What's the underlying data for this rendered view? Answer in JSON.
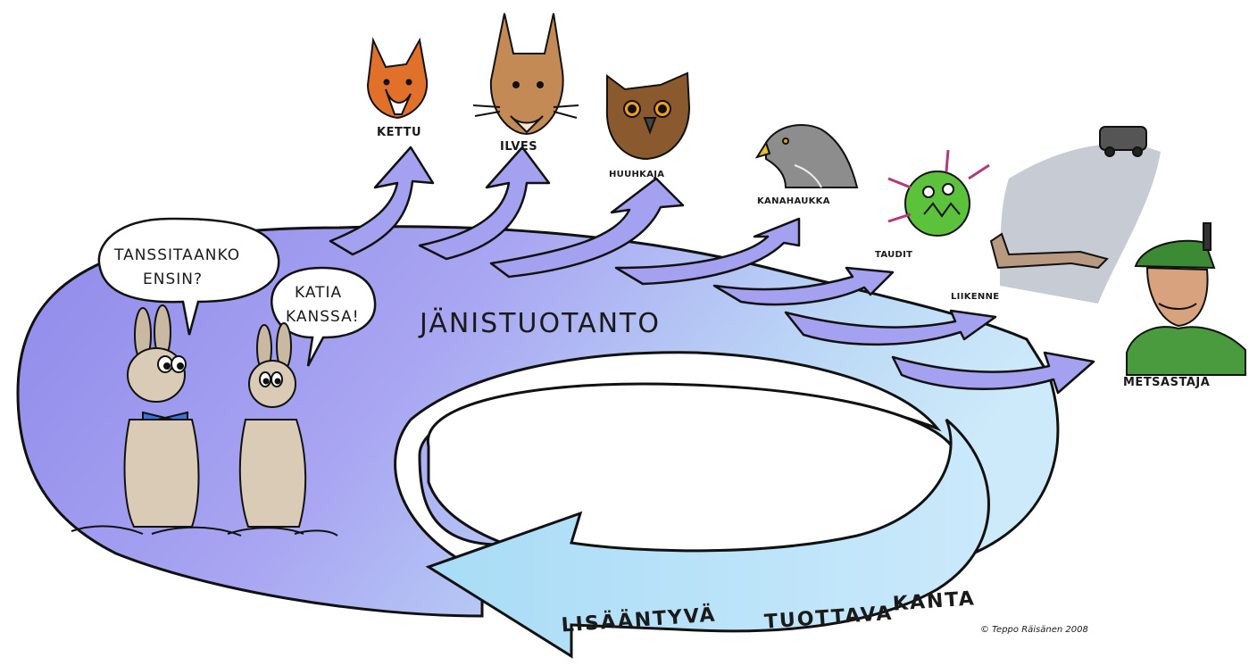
{
  "diagram": {
    "central_label": "JÄNISTUOTANTO",
    "cycle_label_part1": "LISÄÄNTYVÄ",
    "cycle_label_part2": "TUOTTAVA",
    "cycle_label_part3": "KANTA",
    "speech_bubbles": [
      {
        "line1": "TANSSITAANKO",
        "line2": "ENSIN?"
      },
      {
        "line1": "KATIA",
        "line2": "KANSSA!"
      }
    ],
    "predators": [
      {
        "label": "KETTU",
        "icon": "fox-icon"
      },
      {
        "label": "ILVES",
        "icon": "lynx-icon"
      },
      {
        "label": "HUUHKAJA",
        "icon": "eagle-owl-icon"
      },
      {
        "label": "KANAHAUKKA",
        "icon": "goshawk-icon"
      },
      {
        "label": "TAUDIT",
        "icon": "virus-icon"
      },
      {
        "label": "LIIKENNE",
        "icon": "roadkill-car-icon"
      },
      {
        "label": "METSÄSTÄJÄ",
        "icon": "hunter-icon"
      }
    ],
    "signature": "© Teppo Räisänen 2008",
    "colors": {
      "flow_purple": "#9f9cf0",
      "flow_light": "#bfe3f8",
      "outline": "#111111"
    }
  }
}
